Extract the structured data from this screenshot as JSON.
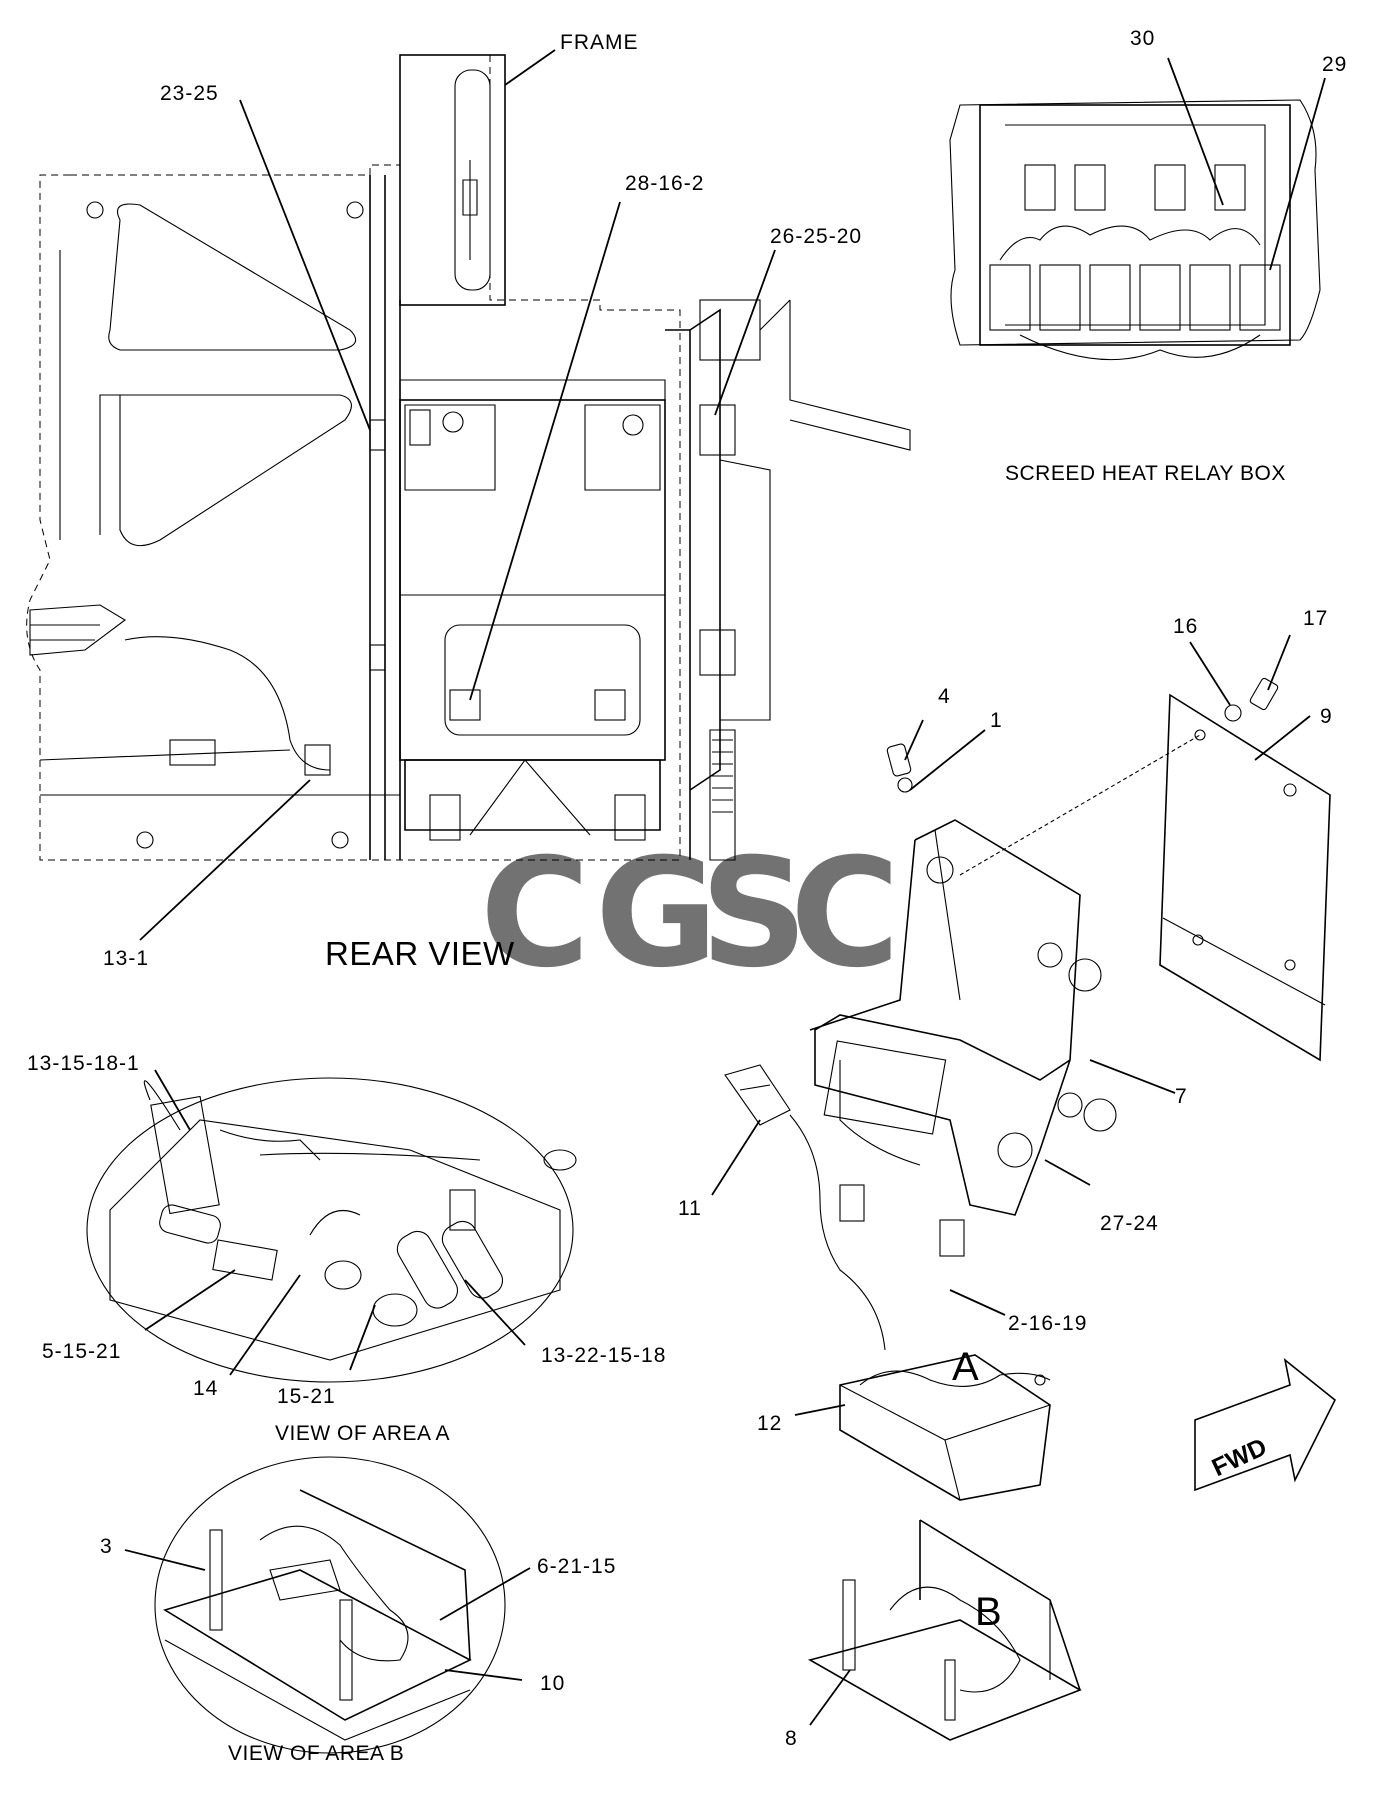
{
  "views": {
    "rear": "REAR VIEW",
    "area_a": "VIEW OF AREA  A",
    "area_b": "VIEW OF AREA  B",
    "relay_box": "SCREED HEAT RELAY BOX",
    "frame": "FRAME",
    "letter_a": "A",
    "letter_b": "B",
    "fwd": "FWD"
  },
  "callouts": {
    "c_23_25": "23-25",
    "c_28_16_2": "28-16-2",
    "c_26_25_20": "26-25-20",
    "c_13_1": "13-1",
    "c_30": "30",
    "c_29": "29",
    "c_16": "16",
    "c_17": "17",
    "c_4": "4",
    "c_1": "1",
    "c_9": "9",
    "c_7": "7",
    "c_27_24": "27-24",
    "c_11": "11",
    "c_2_16_19": "2-16-19",
    "c_12": "12",
    "c_13_15_18_1": "13-15-18-1",
    "c_5_15_21": "5-15-21",
    "c_14": "14",
    "c_15_21": "15-21",
    "c_13_22_15_18": "13-22-15-18",
    "c_3": "3",
    "c_6_21_15": "6-21-15",
    "c_10": "10",
    "c_8": "8"
  },
  "watermark": {
    "letters": [
      "C",
      "G",
      "S",
      "C"
    ],
    "colors": [
      "#5b9bf0",
      "#f07a75",
      "#f3d35a",
      "#5fb883"
    ]
  }
}
